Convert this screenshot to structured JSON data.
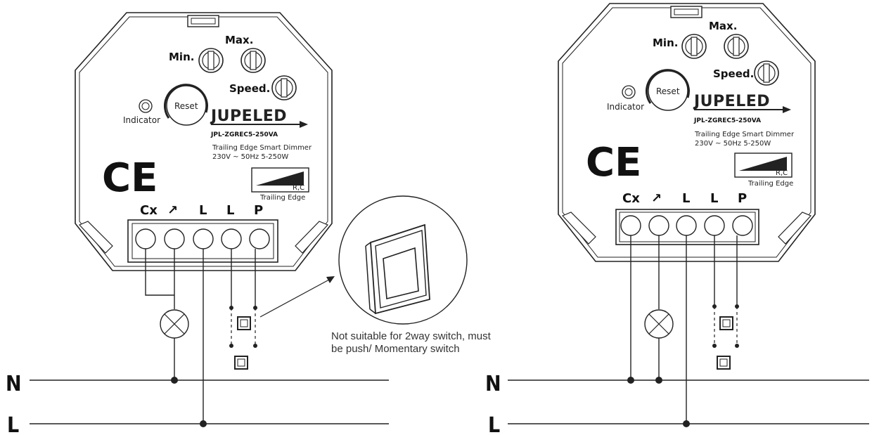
{
  "diagrams": [
    {
      "min_label": "Min.",
      "max_label": "Max.",
      "speed_label": "Speed.",
      "indicator_label": "Indicator",
      "reset_label": "Reset",
      "brand": "JUPELED",
      "model": "JPL-ZGREC5-250VA",
      "description_line1": "Trailing Edge Smart Dimmer",
      "description_line2": "230V ~ 50Hz 5-250W",
      "ce_mark": "CE",
      "load_badge": "R,C",
      "load_type_label": "Trailing Edge",
      "terminals": [
        "Cx",
        "↗",
        "L",
        "L",
        "P"
      ]
    },
    {
      "min_label": "Min.",
      "max_label": "Max.",
      "speed_label": "Speed.",
      "indicator_label": "Indicator",
      "reset_label": "Reset",
      "brand": "JUPELED",
      "model": "JPL-ZGREC5-250VA",
      "description_line1": "Trailing Edge Smart Dimmer",
      "description_line2": "230V ~ 50Hz 5-250W",
      "ce_mark": "CE",
      "load_badge": "R,C",
      "load_type_label": "Trailing Edge",
      "terminals": [
        "Cx",
        "↗",
        "L",
        "L",
        "P"
      ]
    }
  ],
  "mains_left": {
    "neutral": "N",
    "line": "L"
  },
  "mains_right": {
    "neutral": "N",
    "line": "L"
  },
  "note": {
    "line1": "Not suitable for 2way switch, must",
    "line2": "be push/ Momentary switch"
  }
}
